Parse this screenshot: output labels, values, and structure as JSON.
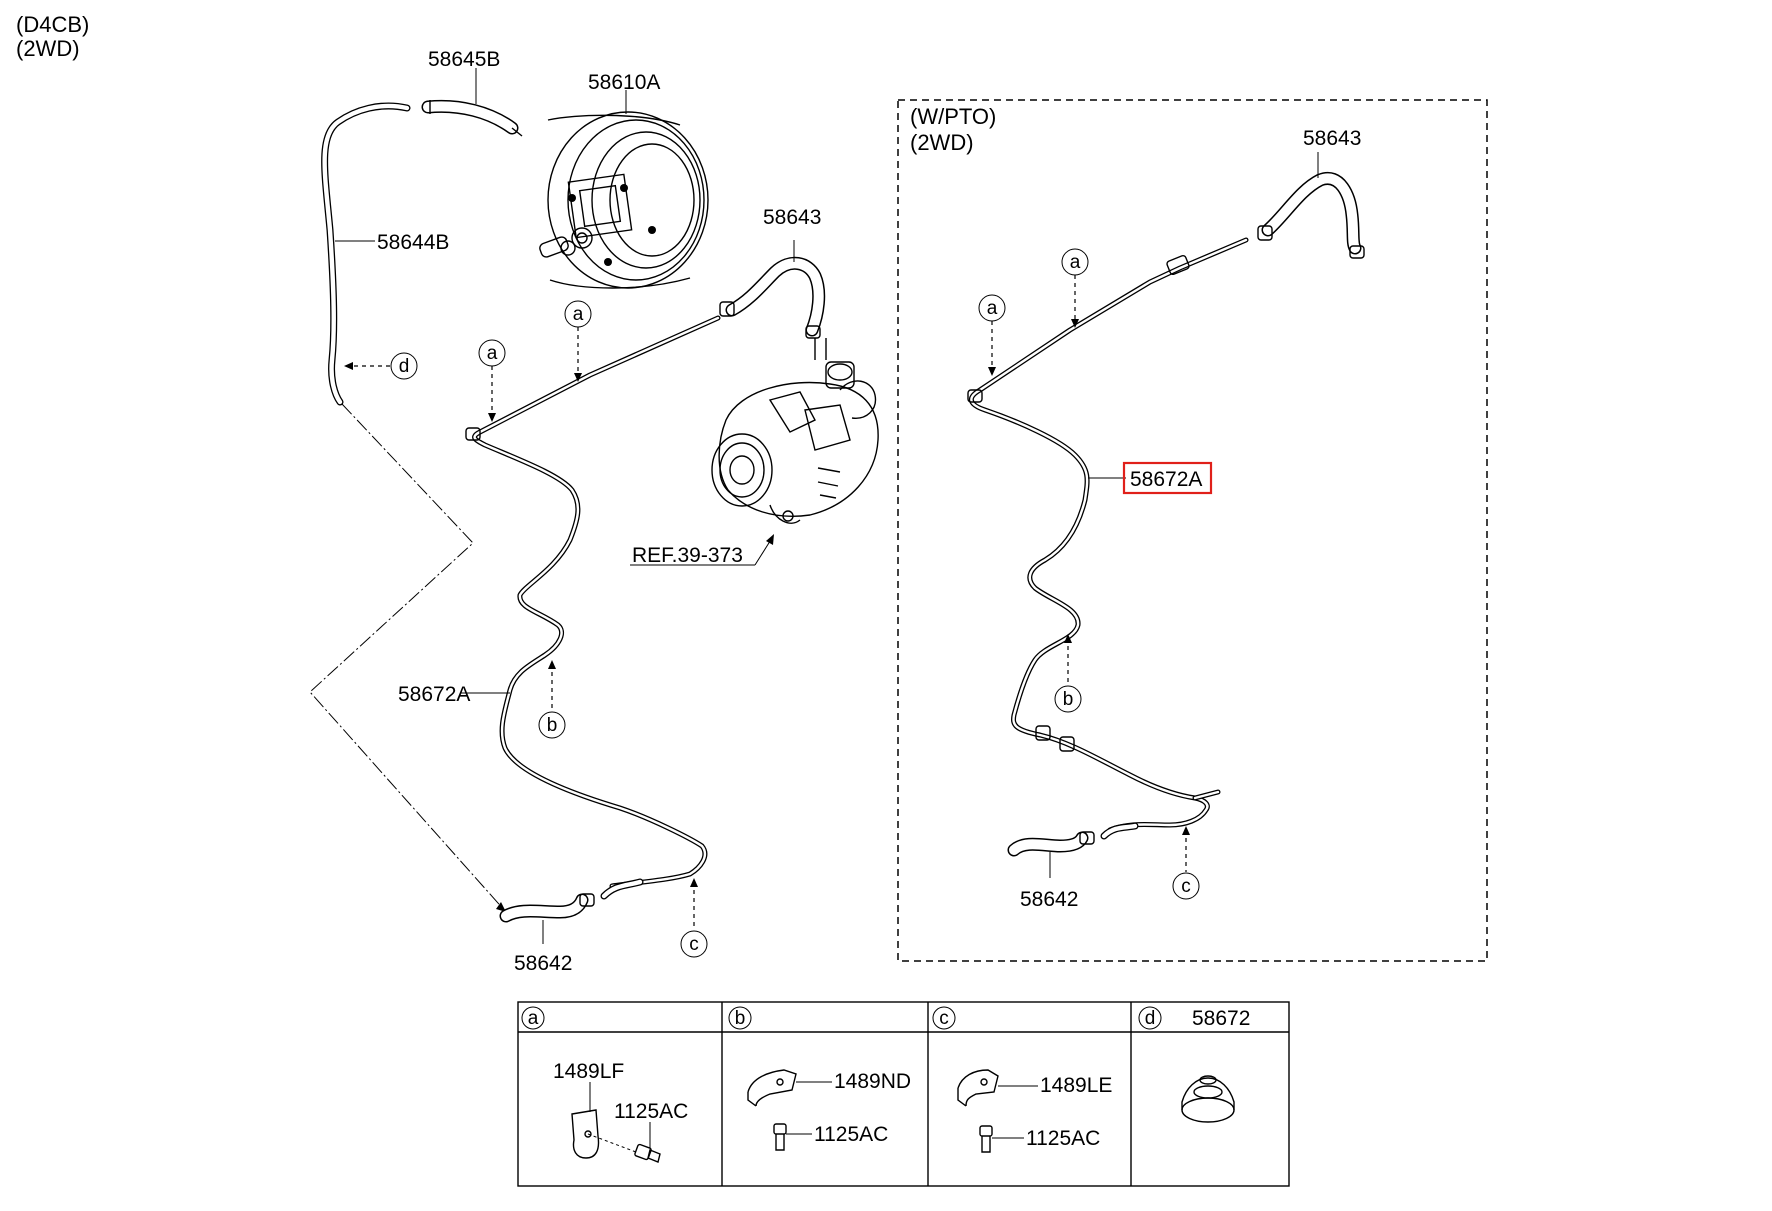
{
  "header": {
    "engine": "(D4CB)",
    "drive": "(2WD)"
  },
  "inset": {
    "option": "(W/PTO)",
    "drive": "(2WD)"
  },
  "labels": {
    "hose_58645b": "58645B",
    "booster_58610a": "58610A",
    "hose_58644b": "58644B",
    "hose_58643_left": "58643",
    "tube_58672a_left": "58672A",
    "hose_58642_left": "58642",
    "ref_pump": "REF.39-373",
    "hose_58643_right": "58643",
    "tube_58672a_right": "58672A",
    "hose_58642_right": "58642"
  },
  "callouts": {
    "a": "a",
    "b": "b",
    "c": "c",
    "d": "d"
  },
  "highlight": {
    "part": "58672A",
    "color": "#e0201a"
  },
  "parts_table": {
    "columns": [
      {
        "key": "a",
        "header_part": "",
        "parts": [
          "1489LF",
          "1125AC"
        ]
      },
      {
        "key": "b",
        "header_part": "",
        "parts": [
          "1489ND",
          "1125AC"
        ]
      },
      {
        "key": "c",
        "header_part": "",
        "parts": [
          "1489LE",
          "1125AC"
        ]
      },
      {
        "key": "d",
        "header_part": "58672",
        "parts": []
      }
    ]
  }
}
